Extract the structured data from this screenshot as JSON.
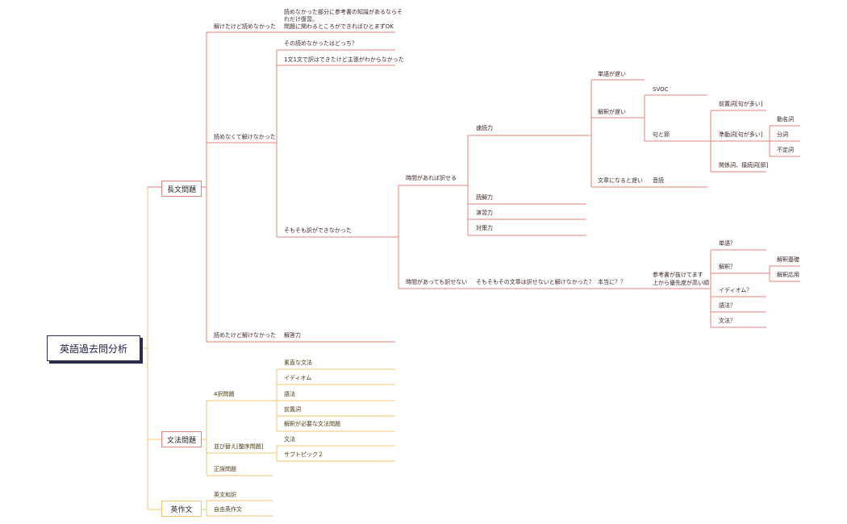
{
  "colors": {
    "red": "#e5837d",
    "yellow": "#f2c66f",
    "root_border": "#2b2b52"
  },
  "root": "英語過去問分析",
  "main": {
    "chobun": "長文問題",
    "bunpo": "文法問題",
    "eisakubun": "英作文"
  },
  "chobun": {
    "a": "解けたけど読めなかった",
    "a_note_1": "読めなかった部分に参考書の知識があるならそ",
    "a_note_2": "れだけ復習。",
    "a_note_3": "問題に関わるところができればひとまずOK",
    "b": "読めなくて解けなかった",
    "b_q": "その読めなかったはどっち？",
    "b_q2": "1文1文で訳はできたけど主張がわからなかった",
    "b_c": "そもそも訳ができなかった",
    "c": "読めたけど解けなかった",
    "c_child": "解答力"
  },
  "yakuseru": {
    "label": "時間があれば訳せる",
    "sokudoku": "速読力",
    "tango": "単語が遅い",
    "kaishaku": "解釈が遅い",
    "svoc": "SVOC",
    "ku_setsu": "句と節",
    "zenchishi": "前置詞[句が多い]",
    "jundoushi": "準動詞[句が多い]",
    "domeishi": "動名詞",
    "bunshi": "分詞",
    "futeishi": "不定詞",
    "kankeishi": "関係詞、接続詞[節]",
    "bunsho_osoi": "文章になると遅い",
    "ondoku": "音読",
    "dokkai": "読解力",
    "enshu": "演習力",
    "taisaku": "対策力"
  },
  "yakusenai": {
    "label": "時間があっても訳せない",
    "q": "そもそもその文章は訳せないと解けなかった？",
    "hontou": "本当に？？",
    "sankosho_1": "参考書が抜けてます",
    "sankosho_2": "上から優先度が高い順",
    "tango": "単語？",
    "kaishaku": "解釈？",
    "kiso": "解釈基礎",
    "ouyou": "解釈応用",
    "idiom": "イディオム？",
    "gohou": "語法？",
    "bunpo": "文法？"
  },
  "bunpo": {
    "yontaku": "4択問題",
    "junsui": "素直な文法",
    "idiom": "イディオム",
    "gohou": "語法",
    "zenchishi": "前置詞",
    "kaishaku": "解釈が必要な文法問題",
    "narabikae": "並び替え[整序問題]",
    "bunpo": "文法",
    "subtopic": "サブトピック２",
    "seigo": "正誤問題"
  },
  "eisakubun": {
    "wayaku": "英文和訳",
    "jiyu": "自由英作文"
  }
}
